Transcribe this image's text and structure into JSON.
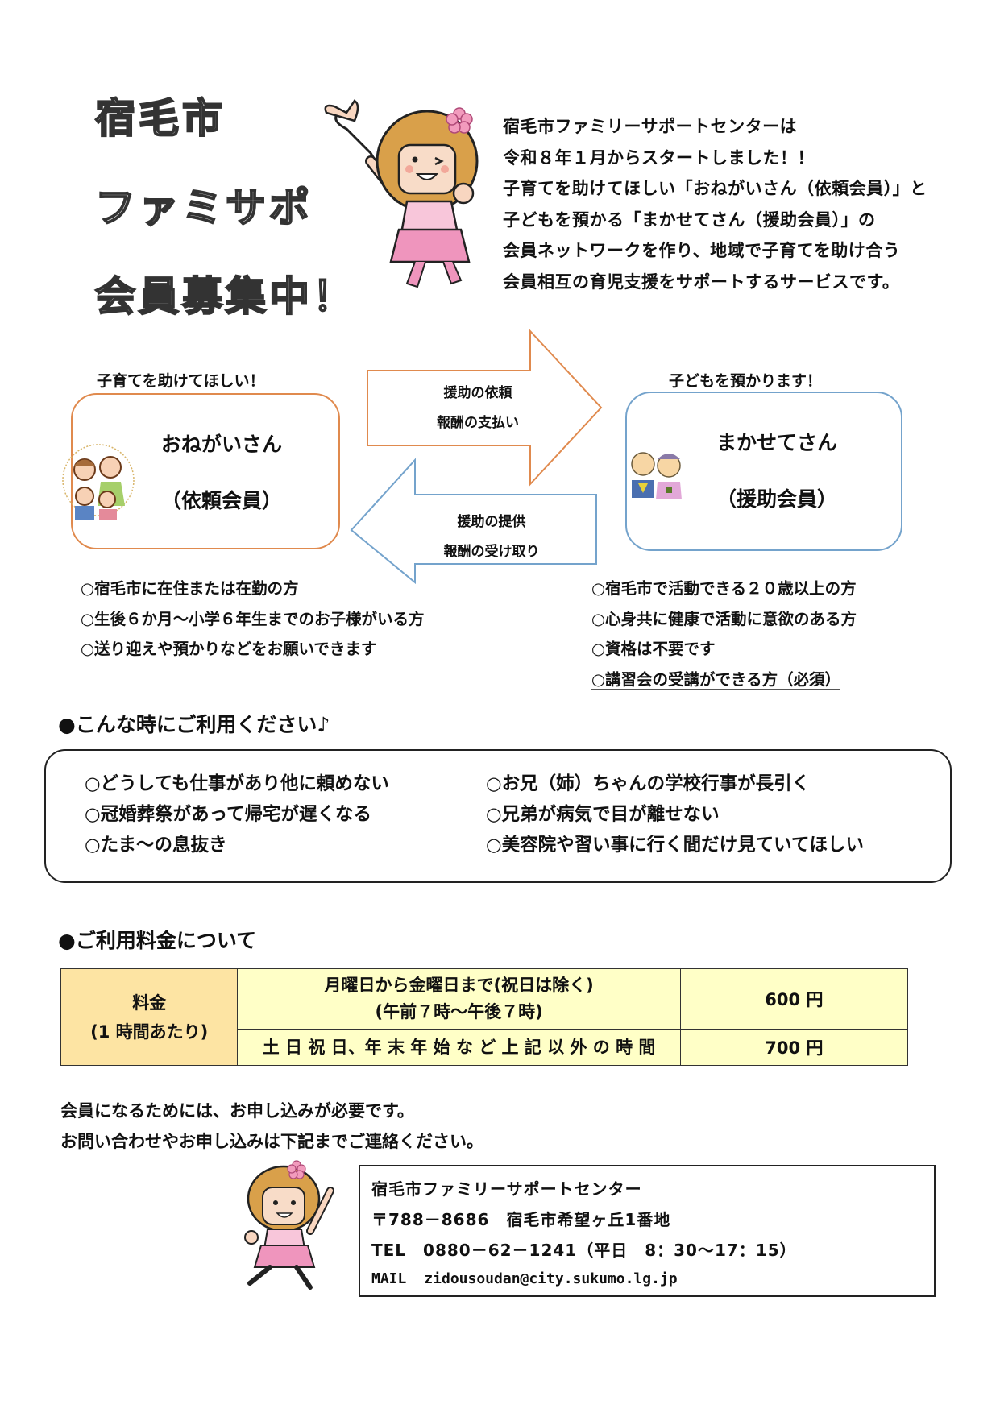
{
  "title": {
    "lines": [
      "宿毛市",
      "ファミサポ",
      "会員募集中！"
    ]
  },
  "intro": {
    "lines": [
      "宿毛市ファミリーサポートセンターは",
      "令和８年１月からスタートしました！！",
      "子育てを助けてほしい「おねがいさん（依頼会員）」と",
      "子どもを預かる「まかせてさん（援助会員）」の",
      "会員ネットワークを作り、地域で子育てを助け合う",
      "会員相互の育児支援をサポートするサービスです。"
    ]
  },
  "requester": {
    "caption": "子育てを助けてほしい！",
    "name": "おねがいさん",
    "role": "（依頼会員）",
    "conditions": [
      "○宿毛市に在住または在勤の方",
      "○生後６か月～小学６年生までのお子様がいる方",
      "○送り迎えや預かりなどをお願いできます"
    ]
  },
  "helper": {
    "caption": "子どもを預かります！",
    "name": "まかせてさん",
    "role": "（援助会員）",
    "conditions": [
      "○宿毛市で活動できる２０歳以上の方",
      "○心身共に健康で活動に意欲のある方",
      "○資格は不要です",
      "○講習会の受講ができる方（必須）"
    ]
  },
  "arrows": {
    "to_helper": [
      "援助の依頼",
      "報酬の支払い"
    ],
    "to_requester": [
      "援助の提供",
      "報酬の受け取り"
    ]
  },
  "usage": {
    "heading": "●こんな時にご利用ください♪",
    "left": [
      "○どうしても仕事があり他に頼めない",
      "○冠婚葬祭があって帰宅が遅くなる",
      "○たま～の息抜き"
    ],
    "right": [
      "○お兄（姉）ちゃんの学校行事が長引く",
      "○兄弟が病気で目が離せない",
      "○美容院や習い事に行く間だけ見ていてほしい"
    ]
  },
  "fees": {
    "heading": "●ご利用料金について",
    "label_line1": "料金",
    "label_line2": "(1 時間あたり)",
    "rows": [
      {
        "desc_line1": "月曜日から金曜日まで(祝日は除く)",
        "desc_line2": "(午前７時～午後７時)",
        "price": "600 円"
      },
      {
        "desc_line1": "土 日 祝 日、年 末 年 始 な ど 上 記 以 外 の 時 間",
        "price": "700 円"
      }
    ]
  },
  "apply": {
    "lines": [
      "会員になるためには、お申し込みが必要です。",
      "お問い合わせやお申し込みは下記までご連絡ください。"
    ]
  },
  "contact": {
    "org": "宿毛市ファミリーサポートセンター",
    "address": "〒788－8686　宿毛市希望ヶ丘1番地",
    "tel": "TEL　0880－62－1241（平日　8：30～17：15）",
    "mail_label": "MAIL",
    "mail": "zidousoudan@city.sukumo.lg.jp"
  },
  "colors": {
    "orange_border": "#e08a4e",
    "blue_border": "#74a3cc",
    "fee_label_bg": "#fde4a3",
    "fee_cell_bg": "#ffffc7"
  }
}
